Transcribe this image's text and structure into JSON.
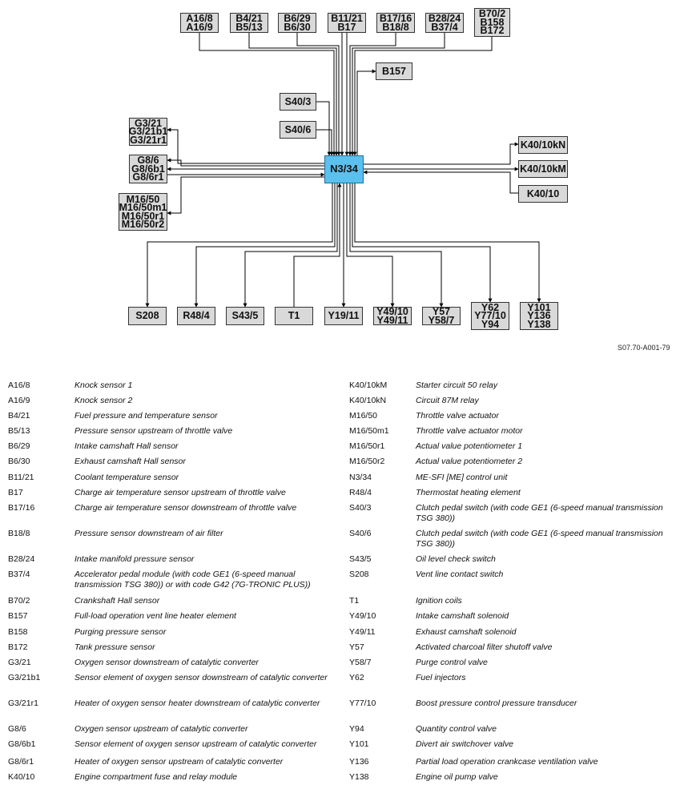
{
  "diagram": {
    "center": {
      "label": "N3/34"
    },
    "boxes": [
      {
        "id": "a16",
        "lines": [
          "A16/8",
          "A16/9"
        ]
      },
      {
        "id": "b4",
        "lines": [
          "B4/21",
          "B5/13"
        ]
      },
      {
        "id": "b6",
        "lines": [
          "B6/29",
          "B6/30"
        ]
      },
      {
        "id": "b11",
        "lines": [
          "B11/21",
          "B17"
        ]
      },
      {
        "id": "b17",
        "lines": [
          "B17/16",
          "B18/8"
        ]
      },
      {
        "id": "b28",
        "lines": [
          "B28/24",
          "B37/4"
        ]
      },
      {
        "id": "b70",
        "lines": [
          "B70/2",
          "B158",
          "B172"
        ]
      },
      {
        "id": "b157",
        "lines": [
          "B157"
        ]
      },
      {
        "id": "s403",
        "lines": [
          "S40/3"
        ]
      },
      {
        "id": "s406",
        "lines": [
          "S40/6"
        ]
      },
      {
        "id": "g3",
        "lines": [
          "G3/21",
          "G3/21b1",
          "G3/21r1"
        ]
      },
      {
        "id": "g8",
        "lines": [
          "G8/6",
          "G8/6b1",
          "G8/6r1"
        ]
      },
      {
        "id": "m16",
        "lines": [
          "M16/50",
          "M16/50m1",
          "M16/50r1",
          "M16/50r2"
        ]
      },
      {
        "id": "k40kn",
        "lines": [
          "K40/10kN"
        ]
      },
      {
        "id": "k40km",
        "lines": [
          "K40/10kM"
        ]
      },
      {
        "id": "k40",
        "lines": [
          "K40/10"
        ]
      },
      {
        "id": "s208",
        "lines": [
          "S208"
        ]
      },
      {
        "id": "r48",
        "lines": [
          "R48/4"
        ]
      },
      {
        "id": "s435",
        "lines": [
          "S43/5"
        ]
      },
      {
        "id": "t1",
        "lines": [
          "T1"
        ]
      },
      {
        "id": "y19",
        "lines": [
          "Y19/11"
        ]
      },
      {
        "id": "y49",
        "lines": [
          "Y49/10",
          "Y49/11"
        ]
      },
      {
        "id": "y57",
        "lines": [
          "Y57",
          "Y58/7"
        ]
      },
      {
        "id": "y62",
        "lines": [
          "Y62",
          "Y77/10",
          "Y94"
        ]
      },
      {
        "id": "y101",
        "lines": [
          "Y101",
          "Y136",
          "Y138"
        ]
      }
    ]
  },
  "figure_ref": "S07.70-A001-79",
  "legend_left": [
    {
      "code": "A16/8",
      "desc": "Knock sensor 1"
    },
    {
      "code": "A16/9",
      "desc": "Knock sensor 2"
    },
    {
      "code": "B4/21",
      "desc": "Fuel pressure and temperature sensor"
    },
    {
      "code": "B5/13",
      "desc": "Pressure sensor upstream of throttle valve"
    },
    {
      "code": "B6/29",
      "desc": "Intake camshaft Hall sensor"
    },
    {
      "code": "B6/30",
      "desc": "Exhaust camshaft Hall sensor"
    },
    {
      "code": "B11/21",
      "desc": "Coolant temperature sensor"
    },
    {
      "code": "B17",
      "desc": "Charge air temperature sensor upstream of throttle valve"
    },
    {
      "code": "B17/16",
      "desc": "Charge air temperature sensor downstream of throttle valve"
    },
    {
      "code": "B18/8",
      "desc": "Pressure sensor downstream of air filter"
    },
    {
      "code": "B28/24",
      "desc": "Intake manifold pressure sensor"
    },
    {
      "code": "B37/4",
      "desc": "Accelerator pedal module (with code GE1 (6-speed manual transmission TSG 380)) or with code G42 (7G-TRONIC PLUS))"
    },
    {
      "code": "B70/2",
      "desc": "Crankshaft Hall sensor"
    },
    {
      "code": "B157",
      "desc": "Full-load operation vent line heater element"
    },
    {
      "code": "B158",
      "desc": "Purging pressure sensor"
    },
    {
      "code": "B172",
      "desc": "Tank pressure sensor"
    },
    {
      "code": "G3/21",
      "desc": "Oxygen sensor downstream of catalytic converter"
    },
    {
      "code": "G3/21b1",
      "desc": "Sensor element of oxygen sensor downstream of catalytic converter"
    },
    {
      "code": "G3/21r1",
      "desc": "Heater of oxygen sensor heater downstream of catalytic converter"
    },
    {
      "code": "G8/6",
      "desc": "Oxygen sensor upstream of catalytic converter"
    },
    {
      "code": "G8/6b1",
      "desc": "Sensor element of oxygen sensor upstream of catalytic converter"
    },
    {
      "code": "G8/6r1",
      "desc": "Heater of oxygen sensor upstream of catalytic converter"
    },
    {
      "code": "K40/10",
      "desc": "Engine compartment fuse and relay module"
    }
  ],
  "legend_right": [
    {
      "code": "K40/10kM",
      "desc": "Starter circuit 50 relay"
    },
    {
      "code": "K40/10kN",
      "desc": "Circuit 87M relay"
    },
    {
      "code": "M16/50",
      "desc": "Throttle valve actuator"
    },
    {
      "code": "M16/50m1",
      "desc": "Throttle valve actuator motor"
    },
    {
      "code": "M16/50r1",
      "desc": "Actual value potentiometer 1"
    },
    {
      "code": "M16/50r2",
      "desc": "Actual value potentiometer 2"
    },
    {
      "code": "N3/34",
      "desc": "ME-SFI [ME] control unit"
    },
    {
      "code": "R48/4",
      "desc": "Thermostat heating element"
    },
    {
      "code": "S40/3",
      "desc": "Clutch pedal switch (with code GE1 (6-speed manual transmission TSG 380))"
    },
    {
      "code": "S40/6",
      "desc": "Clutch pedal switch (with code GE1 (6-speed manual transmission TSG 380))"
    },
    {
      "code": "S43/5",
      "desc": "Oil level check switch"
    },
    {
      "code": "S208",
      "desc": "Vent line contact switch"
    },
    {
      "code": "T1",
      "desc": "Ignition coils"
    },
    {
      "code": "Y49/10",
      "desc": "Intake camshaft solenoid"
    },
    {
      "code": "Y49/11",
      "desc": "Exhaust camshaft solenoid"
    },
    {
      "code": "Y57",
      "desc": "Activated charcoal filter shutoff valve"
    },
    {
      "code": "Y58/7",
      "desc": "Purge control valve"
    },
    {
      "code": "Y62",
      "desc": "Fuel injectors"
    },
    {
      "code": "Y77/10",
      "desc": "Boost pressure control pressure transducer"
    },
    {
      "code": "Y94",
      "desc": "Quantity control valve"
    },
    {
      "code": "Y101",
      "desc": "Divert air switchover valve"
    },
    {
      "code": "Y136",
      "desc": "Partial load operation crankcase ventilation valve"
    },
    {
      "code": "Y138",
      "desc": "Engine oil pump valve"
    }
  ]
}
